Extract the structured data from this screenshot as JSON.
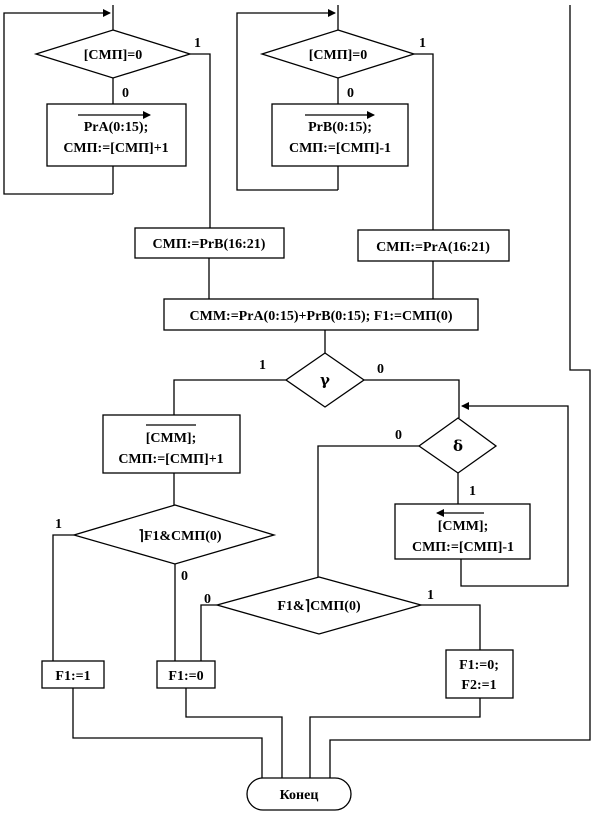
{
  "left_loop": {
    "cond": "[СМП]=0",
    "yes": "1",
    "no": "0",
    "body_line1": "PrA(0:15);",
    "body_line2": "СМП:=[СМП]+1"
  },
  "right_loop": {
    "cond": "[СМП]=0",
    "yes": "1",
    "no": "0",
    "body_line1": "PrB(0:15);",
    "body_line2": "СМП:=[СМП]-1"
  },
  "assign_left": "СМП:=PrB(16:21)",
  "assign_right": "СМП:=PrA(16:21)",
  "sum": "СММ:=PrA(0:15)+PrB(0:15);  F1:=СМП(0)",
  "gamma": {
    "symbol": "γ",
    "left": "1",
    "right": "0"
  },
  "shift_left": {
    "line1": "[СММ];",
    "line2": "СМП:=[СМП]+1"
  },
  "delta": {
    "symbol": "δ",
    "left": "0",
    "down": "1"
  },
  "shift_right": {
    "line1": "[СММ];",
    "line2": "СМП:=[СМП]-1"
  },
  "check_left": {
    "cond": "F1&СМП(0)",
    "left": "1",
    "down": "0"
  },
  "check_mid": {
    "cond_a": "F1&",
    "cond_b": "СМП(0)",
    "left": "0",
    "right": "1"
  },
  "f1_one": "F1:=1",
  "f1_zero": "F1:=0",
  "f1f2": {
    "line1": "F1:=0;",
    "line2": "F2:=1"
  },
  "end": "Конец"
}
